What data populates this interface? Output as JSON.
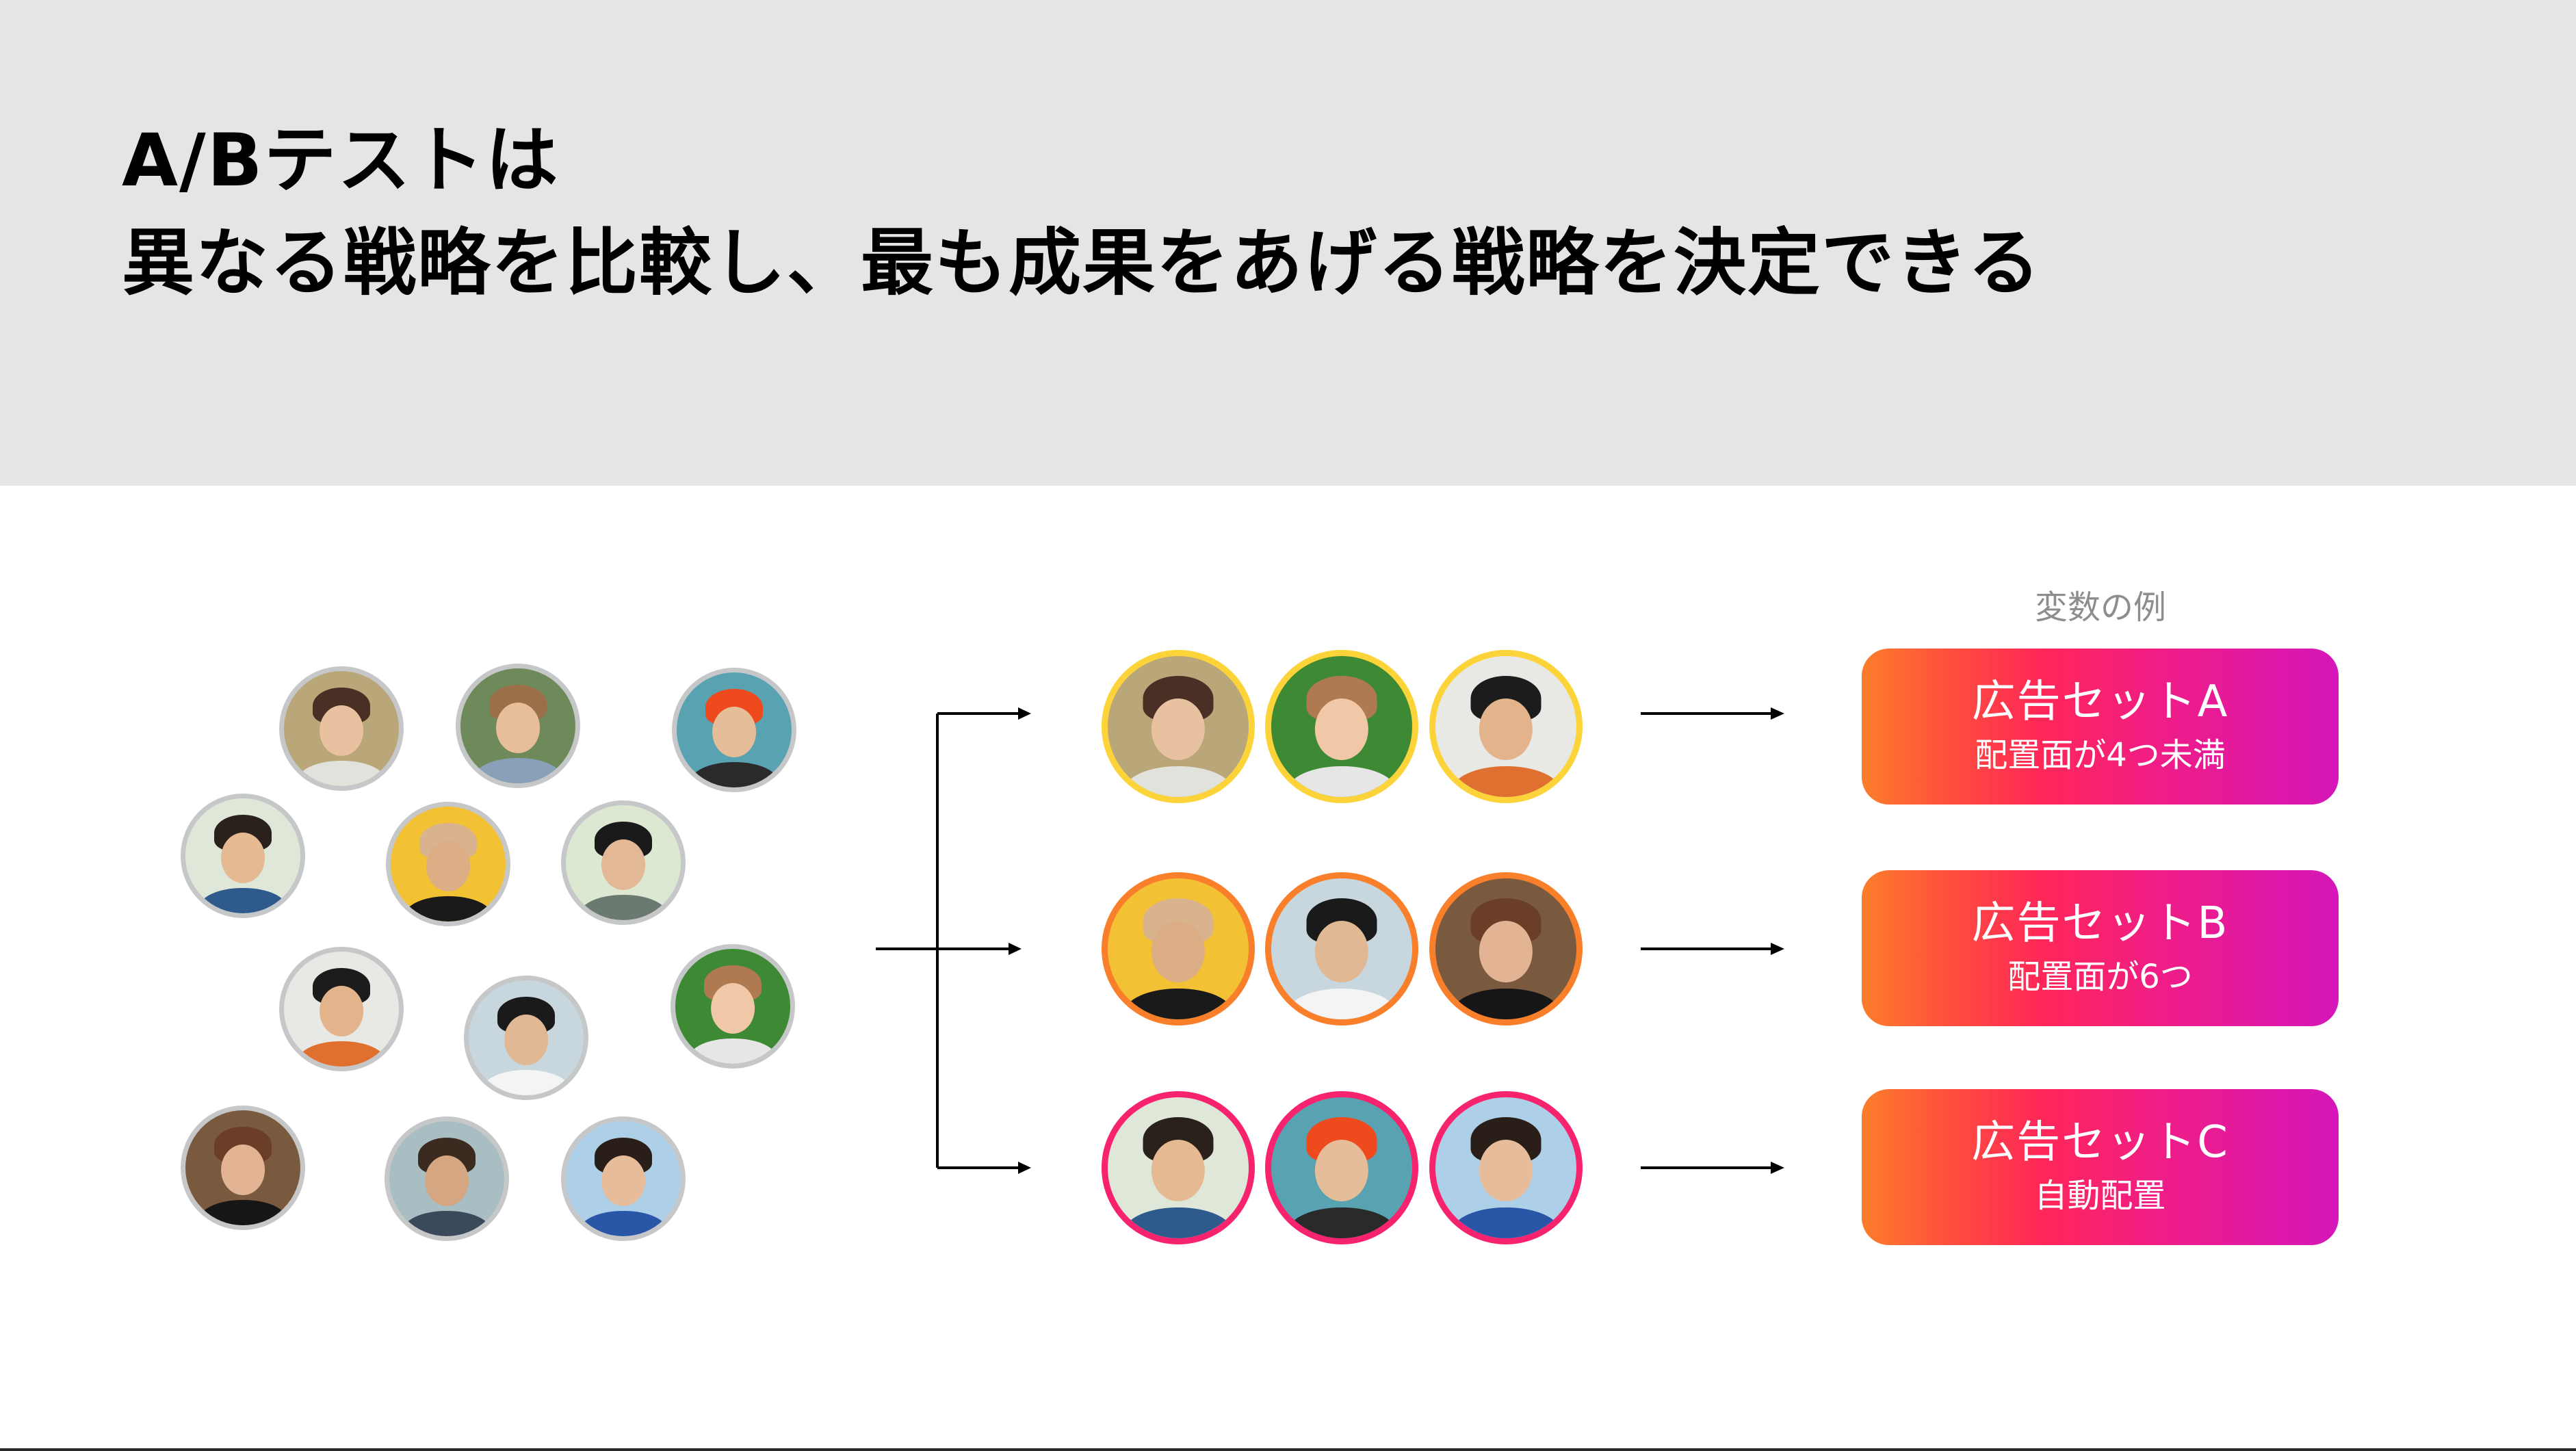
{
  "header": {
    "title_line1": "A/Bテストは",
    "title_line2": "異なる戦略を比較し、最も成果をあげる戦略を決定できる",
    "background": "#e4e5e7"
  },
  "audience_pool": {
    "border_color": "#c6c7c8",
    "people": [
      {
        "id": "woman-long-hair",
        "bg": "#b9a77a",
        "skin": "#e8c2a0",
        "hair": "#4a3024",
        "shirt": "#e2e2dc"
      },
      {
        "id": "woman-straw-hat",
        "bg": "#6e8a5a",
        "skin": "#e6bf9a",
        "hair": "#9b7048",
        "shirt": "#8aa0b8"
      },
      {
        "id": "woman-orange-beanie",
        "bg": "#58a2b2",
        "skin": "#e5bd98",
        "hair": "#ee4a1e",
        "shirt": "#2a2a2a"
      },
      {
        "id": "man-laughing",
        "bg": "#dfe8d8",
        "skin": "#e5b992",
        "hair": "#2a211c",
        "shirt": "#2e5a8c"
      },
      {
        "id": "woman-bucket-hat",
        "bg": "#f3c134",
        "skin": "#dcae86",
        "hair": "#d9b28e",
        "shirt": "#1a1a1a"
      },
      {
        "id": "man-headphones",
        "bg": "#dde8d2",
        "skin": "#e2b896",
        "hair": "#1a1a1a",
        "shirt": "#6a7a70"
      },
      {
        "id": "man-orange-shirt",
        "bg": "#e8e8e4",
        "skin": "#e3b48c",
        "hair": "#1c1c1c",
        "shirt": "#e07030"
      },
      {
        "id": "man-undercut",
        "bg": "#c8d6de",
        "skin": "#e0b894",
        "hair": "#1a1a1a",
        "shirt": "#f4f4f4"
      },
      {
        "id": "woman-on-phone",
        "bg": "#3e8a34",
        "skin": "#f0c8a8",
        "hair": "#b07a50",
        "shirt": "#e6e6e6"
      },
      {
        "id": "woman-sunglasses",
        "bg": "#7a5a3e",
        "skin": "#e2b494",
        "hair": "#6b3e28",
        "shirt": "#161616"
      },
      {
        "id": "man-glasses",
        "bg": "#a8bec2",
        "skin": "#d4a682",
        "hair": "#3a2a20",
        "shirt": "#3a4a5a"
      },
      {
        "id": "woman-laughing-sky",
        "bg": "#aecfe8",
        "skin": "#e6bc9a",
        "hair": "#2a1e18",
        "shirt": "#2a56a8"
      }
    ]
  },
  "groups": [
    {
      "border_color": "#fdd33a",
      "members": [
        "woman-long-hair",
        "woman-on-phone",
        "man-orange-shirt"
      ],
      "ad_set": {
        "name": "広告セットA",
        "description": "配置面が4つ未満"
      }
    },
    {
      "border_color": "#fa7f2a",
      "members": [
        "woman-bucket-hat",
        "man-undercut",
        "woman-sunglasses"
      ],
      "ad_set": {
        "name": "広告セットB",
        "description": "配置面が6つ"
      }
    },
    {
      "border_color": "#f7236e",
      "members": [
        "man-laughing",
        "woman-orange-beanie",
        "woman-laughing-sky"
      ],
      "ad_set": {
        "name": "広告セットC",
        "description": "自動配置"
      }
    }
  ],
  "variables_label": "変数の例",
  "gradient": {
    "start": "#fb7e2a",
    "mid": "#ff2658",
    "end": "#d516b9"
  }
}
